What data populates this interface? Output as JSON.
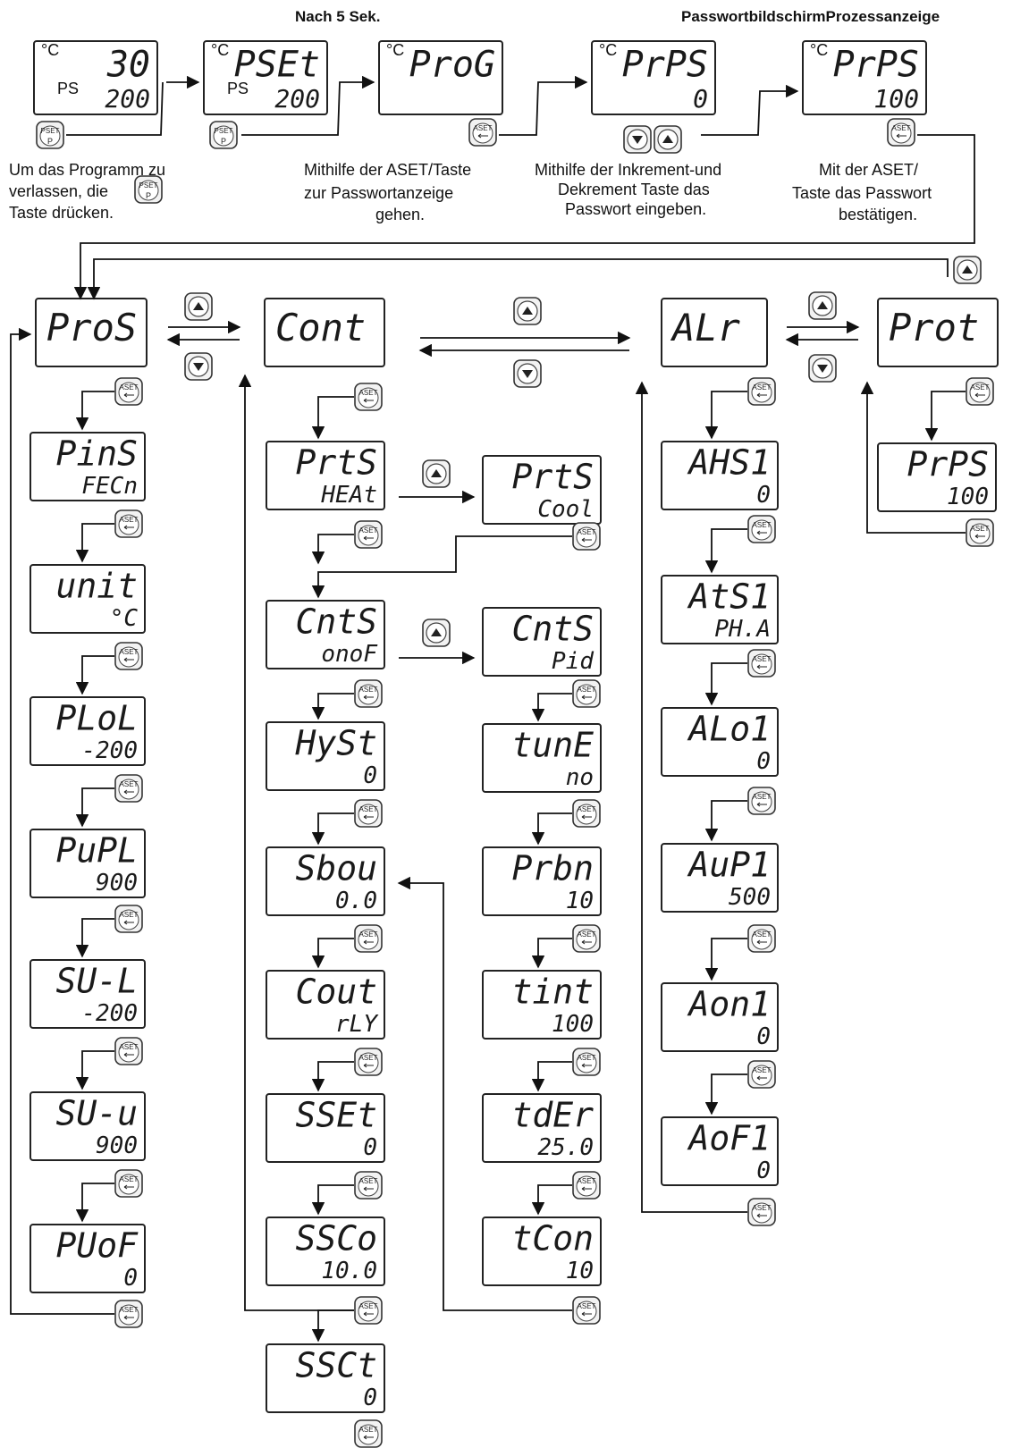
{
  "headers": {
    "after5": "Nach 5 Sek.",
    "pw_screen": "PasswortbildschirmProzessanzeige"
  },
  "captions": {
    "exit_line1": "Um das Programm zu",
    "exit_line2": "verlassen, die",
    "exit_line3": "Taste drücken.",
    "aset_line1": "Mithilfe der ASET/Taste",
    "aset_line2": "zur Passwortanzeige",
    "aset_line3": "gehen.",
    "incdec_line1": "Mithilfe der Inkrement-und",
    "incdec_line2": "Dekrement Taste das",
    "incdec_line3": "Passwort eingeben.",
    "confirm_line1": "Mit der ASET/",
    "confirm_line2": "Taste das Passwort",
    "confirm_line3": "bestätigen."
  },
  "top_displays": [
    {
      "top": "30",
      "bottom": "200",
      "unit": "°C",
      "ps": "PS"
    },
    {
      "top": "PSEt",
      "bottom": "200",
      "unit": "°C",
      "ps": "PS"
    },
    {
      "top": "ProG",
      "bottom": "",
      "unit": "°C"
    },
    {
      "top": "PrPS",
      "bottom": "0",
      "unit": "°C"
    },
    {
      "top": "PrPS",
      "bottom": "100",
      "unit": "°C"
    }
  ],
  "menus": {
    "pros": "ProS",
    "cont": "Cont",
    "alr": "ALr",
    "prot": "Prot"
  },
  "pros_items": [
    {
      "top": "PinS",
      "bottom": "FECn"
    },
    {
      "top": "unit",
      "bottom": "°C"
    },
    {
      "top": "PLoL",
      "bottom": "-200"
    },
    {
      "top": "PuPL",
      "bottom": "900"
    },
    {
      "top": "SU-L",
      "bottom": "-200"
    },
    {
      "top": "SU-u",
      "bottom": "900"
    },
    {
      "top": "PUoF",
      "bottom": "0"
    }
  ],
  "cont_items": [
    {
      "top": "PrtS",
      "bottom": "HEAt"
    },
    {
      "top": "CntS",
      "bottom": "onoF"
    },
    {
      "top": "HySt",
      "bottom": "0"
    },
    {
      "top": "Sbou",
      "bottom": "0.0"
    },
    {
      "top": "Cout",
      "bottom": "rLY"
    },
    {
      "top": "SSEt",
      "bottom": "0"
    },
    {
      "top": "SSCo",
      "bottom": "10.0"
    },
    {
      "top": "SSCt",
      "bottom": "0"
    }
  ],
  "cont_alt": [
    {
      "top": "PrtS",
      "bottom": "Cool"
    },
    {
      "top": "CntS",
      "bottom": "Pid"
    },
    {
      "top": "tunE",
      "bottom": "no"
    },
    {
      "top": "Prbn",
      "bottom": "10"
    },
    {
      "top": "tint",
      "bottom": "100"
    },
    {
      "top": "tdEr",
      "bottom": "25.0"
    },
    {
      "top": "tCon",
      "bottom": "10"
    }
  ],
  "alr_items": [
    {
      "top": "AHS1",
      "bottom": "0"
    },
    {
      "top": "AtS1",
      "bottom": "PH.A"
    },
    {
      "top": "ALo1",
      "bottom": "0"
    },
    {
      "top": "AuP1",
      "bottom": "500"
    },
    {
      "top": "Aon1",
      "bottom": "0"
    },
    {
      "top": "AoF1",
      "bottom": "0"
    }
  ],
  "prot_items": [
    {
      "top": "PrPS",
      "bottom": "100"
    }
  ],
  "keys": {
    "aset": "ASET",
    "pset": "PSET",
    "p": "P"
  }
}
